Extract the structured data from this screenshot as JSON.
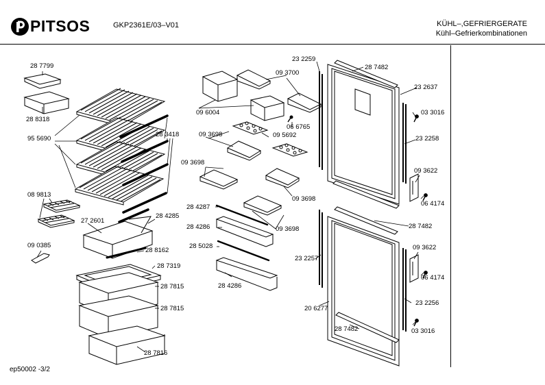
{
  "header": {
    "brand": "PITSOS",
    "model": "GKP2361E/03–V01",
    "category_line1": "KÜHL–,GEFRIERGERATE",
    "category_line2": "Kühl–Gefrierkombinationen"
  },
  "footer": {
    "code": "ep50002  -3/2"
  },
  "parts": [
    {
      "id": "p01",
      "text": "28 7799"
    },
    {
      "id": "p02",
      "text": "28 8318"
    },
    {
      "id": "p03",
      "text": "95 5690"
    },
    {
      "id": "p04",
      "text": "28 3418"
    },
    {
      "id": "p05",
      "text": "08 9813"
    },
    {
      "id": "p06",
      "text": "27 2601"
    },
    {
      "id": "p07",
      "text": "28 4285"
    },
    {
      "id": "p08",
      "text": "09 0385"
    },
    {
      "id": "p09",
      "text": "28 8162"
    },
    {
      "id": "p10",
      "text": "28 7319"
    },
    {
      "id": "p11",
      "text": "28 7815"
    },
    {
      "id": "p12",
      "text": "28 7815"
    },
    {
      "id": "p13",
      "text": "28 7816"
    },
    {
      "id": "p14",
      "text": "09 3700"
    },
    {
      "id": "p15",
      "text": "09 6004"
    },
    {
      "id": "p16",
      "text": "06 6765"
    },
    {
      "id": "p17",
      "text": "09 3698"
    },
    {
      "id": "p18",
      "text": "09 5692"
    },
    {
      "id": "p19",
      "text": "09 3698"
    },
    {
      "id": "p20",
      "text": "09 3698"
    },
    {
      "id": "p21",
      "text": "28 4287"
    },
    {
      "id": "p22",
      "text": "09 3698"
    },
    {
      "id": "p23",
      "text": "28 4286"
    },
    {
      "id": "p24",
      "text": "28 5028"
    },
    {
      "id": "p25",
      "text": "28 4286"
    },
    {
      "id": "p26",
      "text": "23 2259"
    },
    {
      "id": "p27",
      "text": "28 7482"
    },
    {
      "id": "p28",
      "text": "23 2637"
    },
    {
      "id": "p29",
      "text": "03 3016"
    },
    {
      "id": "p30",
      "text": "23 2258"
    },
    {
      "id": "p31",
      "text": "09 3622"
    },
    {
      "id": "p32",
      "text": "06 4174"
    },
    {
      "id": "p33",
      "text": "28 7482"
    },
    {
      "id": "p34",
      "text": "09 3622"
    },
    {
      "id": "p35",
      "text": "23 2257"
    },
    {
      "id": "p36",
      "text": "06 4174"
    },
    {
      "id": "p37",
      "text": "23 2256"
    },
    {
      "id": "p38",
      "text": "20 6277"
    },
    {
      "id": "p39",
      "text": "28 7482"
    },
    {
      "id": "p40",
      "text": "03 3016"
    }
  ]
}
